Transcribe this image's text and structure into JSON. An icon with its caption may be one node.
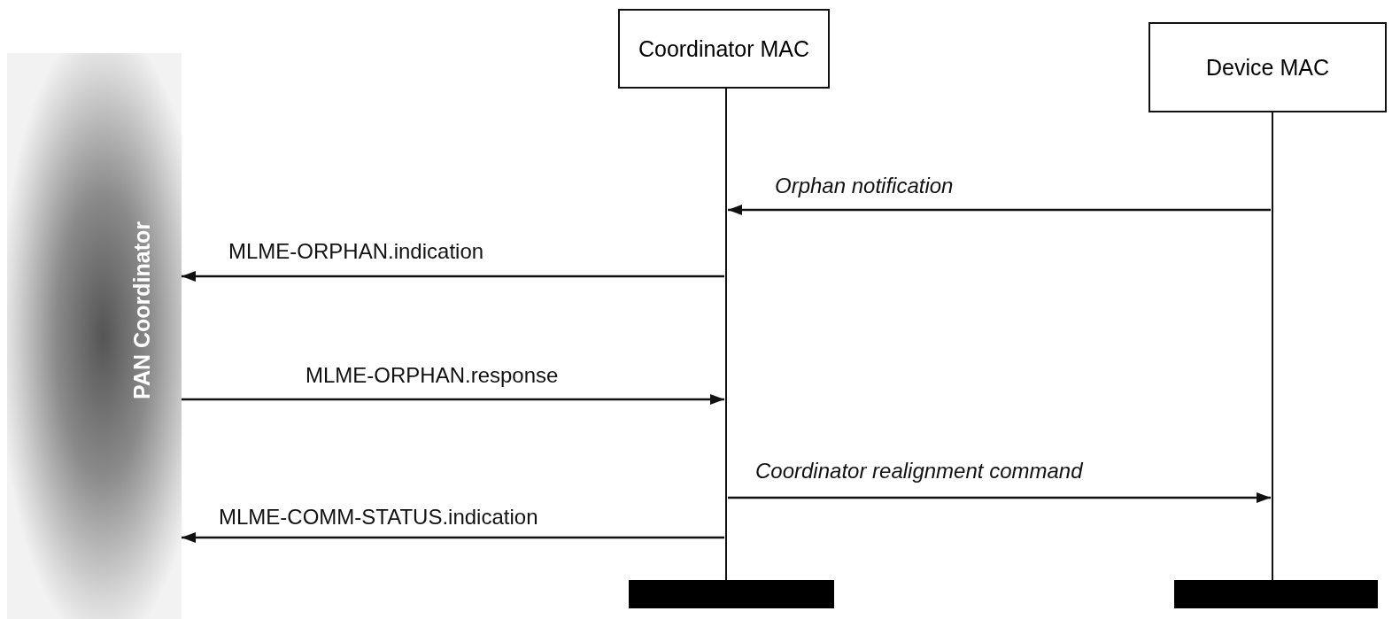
{
  "diagram": {
    "nodes": [
      {
        "text": [
          "PAN Coordinator"
        ]
      },
      {
        "text": [
          "Coordinator MAC"
        ]
      },
      {
        "text": [
          "Device MAC"
        ]
      }
    ],
    "edges": [
      {
        "from": 2,
        "to": 1,
        "arrow": "to",
        "label": "Orphan notification"
      },
      {
        "from": 1,
        "to": 0,
        "arrow": "to",
        "label": "MLME-ORPHAN.indication"
      },
      {
        "from": 0,
        "to": 1,
        "arrow": "to",
        "label": "MLME-ORPHAN.response"
      },
      {
        "from": 1,
        "to": 2,
        "arrow": "to",
        "label": "Coordinator realignment command"
      },
      {
        "from": 1,
        "to": 0,
        "arrow": "to",
        "label": "MLME-COMM-STATUS.indication"
      }
    ]
  }
}
